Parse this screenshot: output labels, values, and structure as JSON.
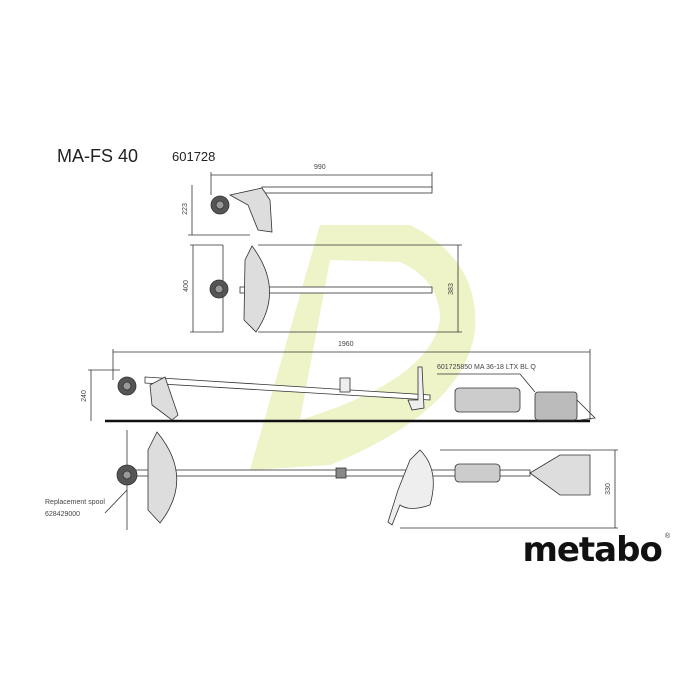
{
  "header": {
    "model": "MA-FS 40",
    "part_number": "601728"
  },
  "dimensions": {
    "d1_length": "990",
    "d1_height": "223",
    "d2_width": "400",
    "d2_shaft": "383",
    "d3_length": "1960",
    "d3_height": "240",
    "d4_width": "330"
  },
  "callouts": {
    "power_unit": "601725850 MA 36-18 LTX BL Q",
    "spool_label": "Replacement spool",
    "spool_number": "628429000"
  },
  "logo": {
    "text": "metabo",
    "reg": "®"
  },
  "colors": {
    "watermark": "#eef3c8",
    "line": "#333333"
  }
}
